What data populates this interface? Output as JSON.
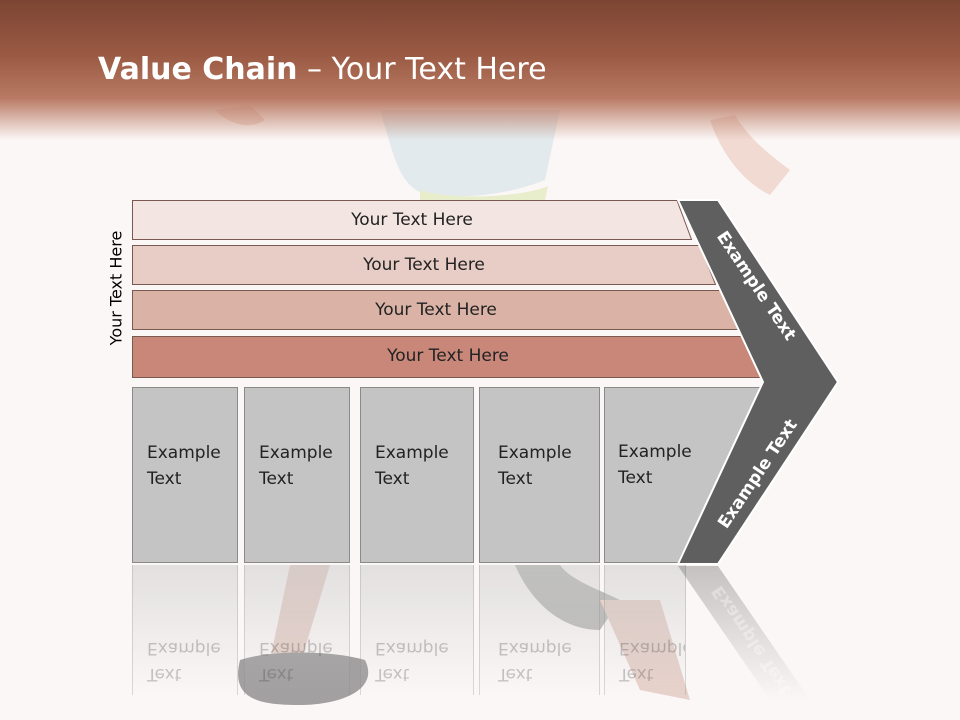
{
  "title": {
    "bold": "Value Chain",
    "rest": " – Your Text Here"
  },
  "side_label": "Your Text Here",
  "bars": [
    {
      "label": "Your Text Here",
      "color": "#f3e6e2"
    },
    {
      "label": "Your Text Here",
      "color": "#e7cdc5"
    },
    {
      "label": "Your Text Here",
      "color": "#dab3a6"
    },
    {
      "label": "Your Text Here",
      "color": "#c9877a"
    }
  ],
  "columns": [
    {
      "line1": "Example",
      "line2": "Text"
    },
    {
      "line1": "Example",
      "line2": "Text"
    },
    {
      "line1": "Example",
      "line2": "Text"
    },
    {
      "line1": "Example",
      "line2": "Text"
    },
    {
      "line1": "Example",
      "line2": "Text"
    }
  ],
  "chevron": {
    "upper_label": "Example Text",
    "lower_label": "Example Text",
    "color": "#5f5f5f"
  },
  "colors": {
    "header": "#8b4d38",
    "bar_border": "#7a5a50",
    "column_fill": "#c4c4c4"
  }
}
